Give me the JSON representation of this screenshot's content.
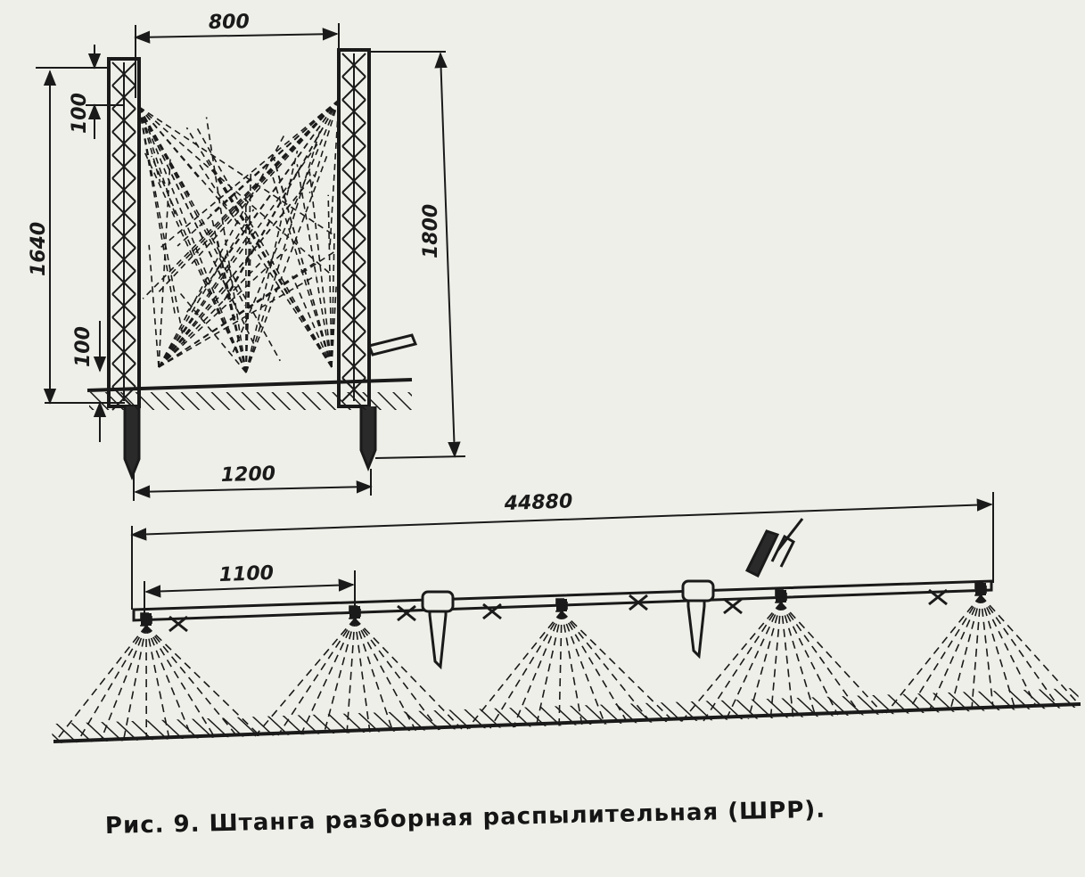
{
  "dimensions": {
    "top_width": "800",
    "top_margin": "100",
    "left_height": "1640",
    "bottom_margin": "100",
    "right_height": "1800",
    "base_width": "1200",
    "total_length": "44880",
    "nozzle_spacing": "1100"
  },
  "caption": "Рис. 9. Штанга разборная распылительная (ШРР)."
}
